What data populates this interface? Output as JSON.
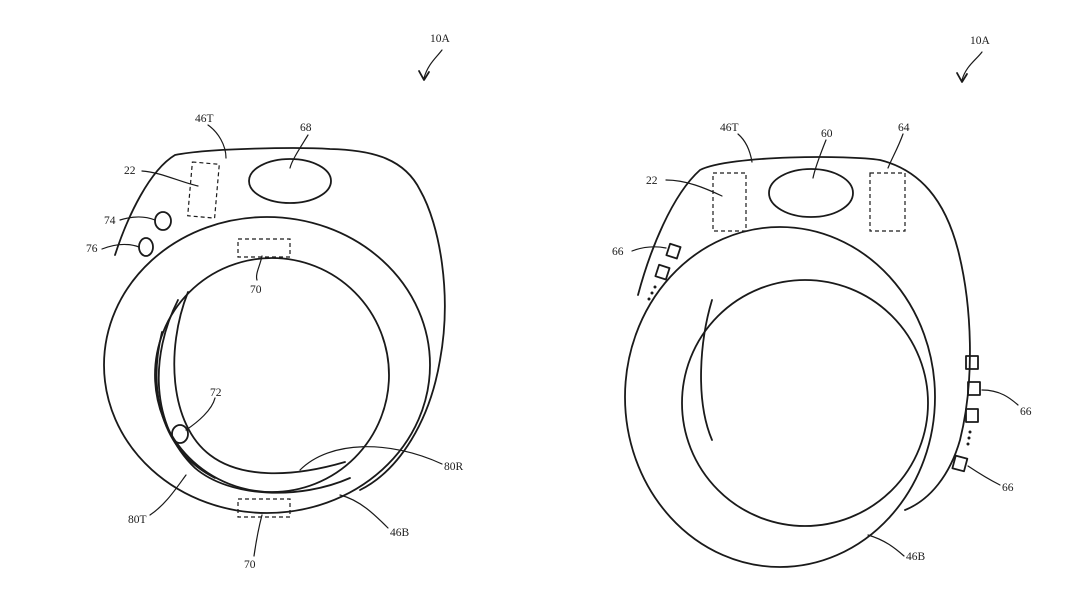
{
  "figure_left": {
    "ref_number": "10A",
    "labels": {
      "top_housing": "46T",
      "bottom_housing": "46B",
      "component_22": "22",
      "sensor_68": "68",
      "button_74": "74",
      "button_76": "76",
      "sensor_70_top": "70",
      "sensor_70_bottom": "70",
      "element_72": "72",
      "edge_80T": "80T",
      "edge_80R": "80R"
    }
  },
  "figure_right": {
    "ref_number": "10A",
    "labels": {
      "top_housing": "46T",
      "bottom_housing": "46B",
      "component_22": "22",
      "sensor_60": "60",
      "component_64": "64",
      "light_66_left": "66",
      "light_66_right_upper": "66",
      "light_66_right_lower": "66"
    }
  }
}
